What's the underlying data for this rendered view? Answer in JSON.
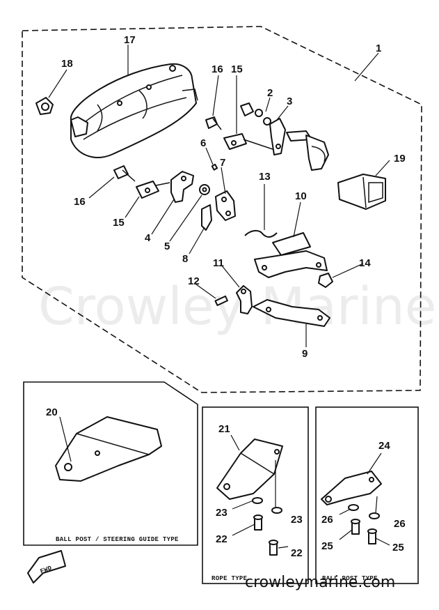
{
  "callouts": {
    "n1": "1",
    "n2": "2",
    "n3": "3",
    "n4": "4",
    "n5": "5",
    "n6": "6",
    "n7": "7",
    "n8": "8",
    "n9": "9",
    "n10": "10",
    "n11": "11",
    "n12": "12",
    "n13": "13",
    "n14": "14",
    "n15a": "15",
    "n15b": "15",
    "n16a": "16",
    "n16b": "16",
    "n17": "17",
    "n18": "18",
    "n19": "19",
    "n20": "20",
    "n21": "21",
    "n22a": "22",
    "n22b": "22",
    "n23a": "23",
    "n23b": "23",
    "n24": "24",
    "n25a": "25",
    "n25b": "25",
    "n26a": "26",
    "n26b": "26"
  },
  "captions": {
    "ball_post_steering": "BALL POST / STEERING GUIDE TYPE",
    "rope_type": "ROPE TYPE",
    "ball_post_type": "BALL POST TYPE"
  },
  "fwd_label": "FWD",
  "watermark": "Crowley Marine",
  "site_url": "crowleymarine.com"
}
